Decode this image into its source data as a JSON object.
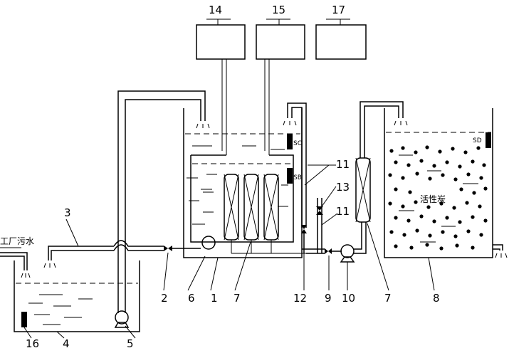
{
  "inlet_label": "工厂污水",
  "carbon_label": "活性炭",
  "sensor_labels": {
    "sc": "SC",
    "sb": "SB",
    "sd": "SD"
  },
  "part_numbers": {
    "n1": "1",
    "n2": "2",
    "n3": "3",
    "n4": "4",
    "n5": "5",
    "n6": "6",
    "n7a": "7",
    "n7b": "7",
    "n8": "8",
    "n9": "9",
    "n10": "10",
    "n11a": "11",
    "n11b": "11",
    "n12": "12",
    "n13": "13",
    "n14": "14",
    "n15": "15",
    "n16": "16",
    "n17": "17"
  }
}
